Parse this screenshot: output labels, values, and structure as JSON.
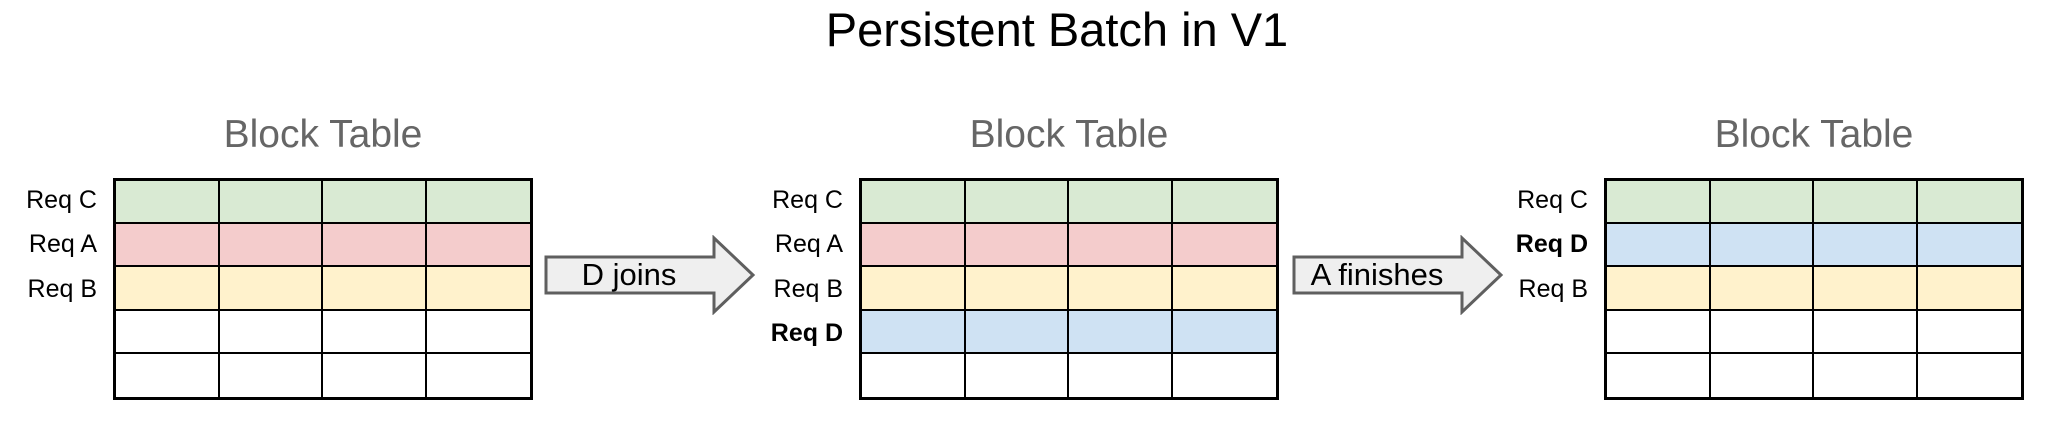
{
  "page": {
    "title": "Persistent Batch in V1"
  },
  "palette": {
    "green": "#d9ead3",
    "red": "#f4cccc",
    "yellow": "#fff2cc",
    "blue": "#cfe2f3",
    "white": "#ffffff"
  },
  "colors": {
    "table_border": "#000000",
    "section_title_gray": "#666666"
  },
  "arrow_style": {
    "fill": "#efefef",
    "stroke": "#5f5f5f"
  },
  "table_columns": 4,
  "tables": [
    {
      "title": "Block Table",
      "rows": [
        {
          "label": "Req C",
          "bold": false,
          "color": "green"
        },
        {
          "label": "Req A",
          "bold": false,
          "color": "red"
        },
        {
          "label": "Req B",
          "bold": false,
          "color": "yellow"
        },
        {
          "label": "",
          "bold": false,
          "color": "white"
        },
        {
          "label": "",
          "bold": false,
          "color": "white"
        }
      ]
    },
    {
      "title": "Block Table",
      "rows": [
        {
          "label": "Req C",
          "bold": false,
          "color": "green"
        },
        {
          "label": "Req A",
          "bold": false,
          "color": "red"
        },
        {
          "label": "Req B",
          "bold": false,
          "color": "yellow"
        },
        {
          "label": "Req D",
          "bold": true,
          "color": "blue"
        },
        {
          "label": "",
          "bold": false,
          "color": "white"
        }
      ]
    },
    {
      "title": "Block Table",
      "rows": [
        {
          "label": "Req C",
          "bold": false,
          "color": "green"
        },
        {
          "label": "Req D",
          "bold": true,
          "color": "blue"
        },
        {
          "label": "Req B",
          "bold": false,
          "color": "yellow"
        },
        {
          "label": "",
          "bold": false,
          "color": "white"
        },
        {
          "label": "",
          "bold": false,
          "color": "white"
        }
      ]
    }
  ],
  "arrows": [
    {
      "label": "D joins"
    },
    {
      "label": "A finishes"
    }
  ]
}
